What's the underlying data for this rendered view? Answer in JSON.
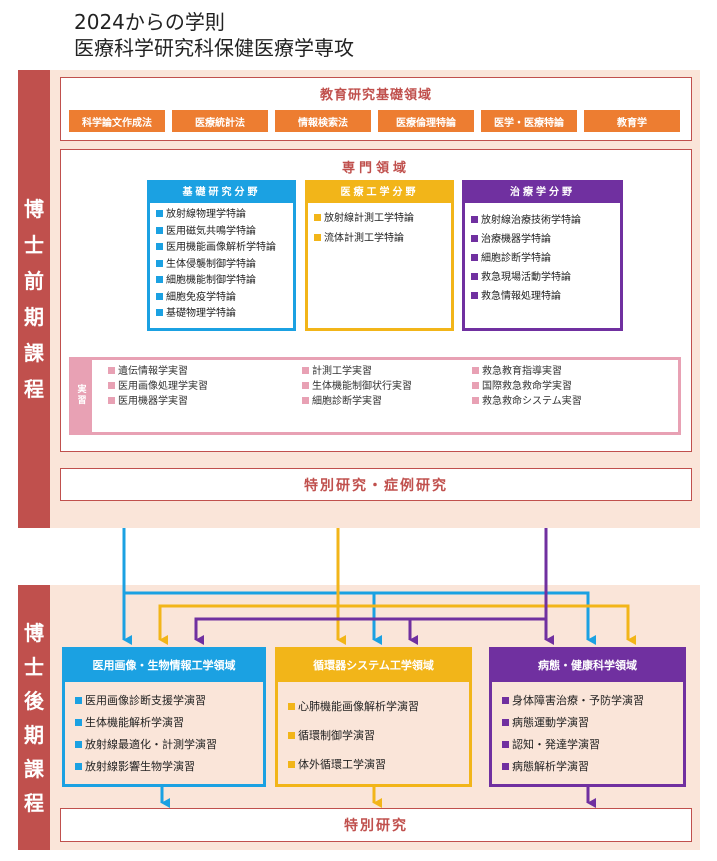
{
  "title": {
    "line1": "2024からの学則",
    "line2": "医療科学研究科保健医療学専攻"
  },
  "master": {
    "sidebar_chars": [
      "博",
      "士",
      "前",
      "期",
      "課",
      "程"
    ],
    "foundation": {
      "title": "教育研究基礎領域",
      "courses": [
        "科学論文作成法",
        "医療統計法",
        "情報検索法",
        "医療倫理特論",
        "医学・医療特論",
        "教育学"
      ]
    },
    "specialty": {
      "title": "専門領域",
      "categories": [
        {
          "name": "基礎研究分野",
          "color": "#1ba1e2",
          "items": [
            "放射線物理学特論",
            "医用磁気共鳴学特論",
            "医用機能画像解析学特論",
            "生体侵襲制御学特論",
            "細胞機能制御学特論",
            "細胞免疫学特論",
            "基礎物理学特論"
          ]
        },
        {
          "name": "医療工学分野",
          "color": "#f2b519",
          "items": [
            "放射線計測工学特論",
            "流体計測工学特論"
          ]
        },
        {
          "name": "治療学分野",
          "color": "#7030a0",
          "items": [
            "放射線治療技術学特論",
            "治療機器学特論",
            "細胞診断学特論",
            "救急現場活動学特論",
            "救急情報処理特論"
          ]
        }
      ],
      "practicum": {
        "label_chars": [
          "実",
          "習"
        ],
        "color": "#e8a1b4",
        "columns": [
          [
            "遺伝情報学実習",
            "医用画像処理学実習",
            "医用機器学実習"
          ],
          [
            "計測工学実習",
            "生体機能制御状行実習",
            "細胞診断学実習"
          ],
          [
            "救急教育指導実習",
            "国際救急救命学実習",
            "救急救命システム実習"
          ]
        ]
      }
    },
    "special_research": "特別研究・症例研究"
  },
  "doctor": {
    "sidebar_chars": [
      "博",
      "士",
      "後",
      "期",
      "課",
      "程"
    ],
    "fields": [
      {
        "name": "医用画像・生物情報工学領域",
        "color": "#1ba1e2",
        "items": [
          "医用画像診断支援学演習",
          "生体機能解析学演習",
          "放射線最適化・計測学演習",
          "放射線影響生物学演習"
        ]
      },
      {
        "name": "循環器システム工学領域",
        "color": "#f2b519",
        "items": [
          "心肺機能画像解析学演習",
          "循環制御学演習",
          "体外循環工学演習"
        ]
      },
      {
        "name": "病態・健康科学領域",
        "color": "#7030a0",
        "items": [
          "身体障害治療・予防学演習",
          "病態運動学演習",
          "認知・発達学演習",
          "病態解析学演習"
        ]
      }
    ],
    "special_research": "特別研究"
  },
  "colors": {
    "accent_red": "#c0504d",
    "panel": "#fae5d9",
    "orange": "#ed7d31",
    "blue": "#1ba1e2",
    "yellow": "#f2b519",
    "purple": "#7030a0",
    "pink": "#e8a1b4"
  }
}
